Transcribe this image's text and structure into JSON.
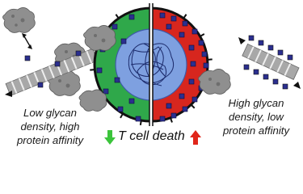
{
  "left_caption": {
    "line1": "Low glycan",
    "line2": "density, high",
    "line3": "protein affinity"
  },
  "right_caption": {
    "line1": "High glycan",
    "line2": "density, low",
    "line3": "protein affinity"
  },
  "center_label": "T cell death",
  "colors": {
    "low_density_half": "#2fa84a",
    "high_density_half": "#d7261e",
    "membrane": "#b7b7b7",
    "nucleus": "#6d8fd6",
    "glycan": "#2b2f8f",
    "polymer": "#a9a9a9",
    "protein": "#8c8c8c",
    "arrow_down": "#3bc43b",
    "arrow_up": "#e0261a"
  }
}
